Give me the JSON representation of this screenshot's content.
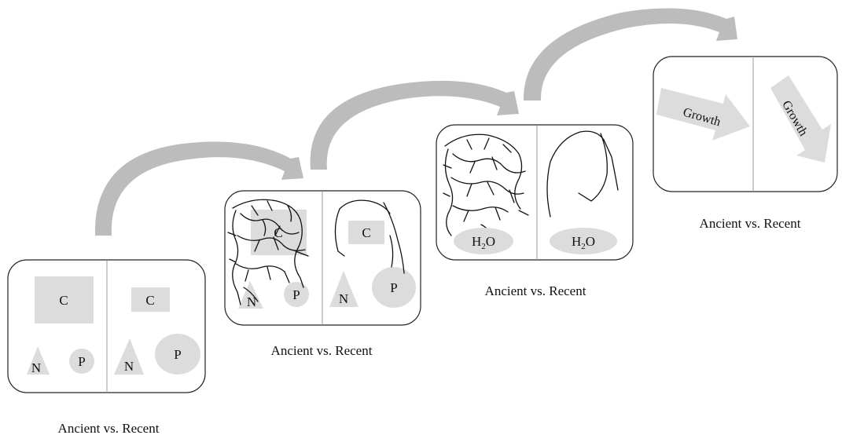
{
  "colors": {
    "shape_fill": "#dcdcdc",
    "arrow_fill": "#bcbcbc",
    "panel_stroke": "#222222",
    "divider": "#999999",
    "root_stroke": "#111111",
    "background": "#ffffff"
  },
  "panels": [
    {
      "caption": "Ancient vs. Recent",
      "left": {
        "carbon": "C",
        "nitrogen": "N",
        "phosphorus": "P"
      },
      "right": {
        "carbon": "C",
        "nitrogen": "N",
        "phosphorus": "P"
      }
    },
    {
      "caption": "Ancient vs. Recent",
      "left": {
        "carbon": "C",
        "nitrogen": "N",
        "phosphorus": "P"
      },
      "right": {
        "carbon": "C",
        "nitrogen": "N",
        "phosphorus": "P"
      }
    },
    {
      "caption": "Ancient vs. Recent",
      "left": {
        "water": "H",
        "water_sub": "2",
        "water_tail": "O"
      },
      "right": {
        "water": "H",
        "water_sub": "2",
        "water_tail": "O"
      }
    },
    {
      "caption": "Ancient vs. Recent",
      "left": {
        "growth": "Growth"
      },
      "right": {
        "growth": "Growth"
      }
    }
  ],
  "transition_icons": [
    "curved-arrow-icon",
    "curved-arrow-icon",
    "curved-arrow-icon"
  ]
}
